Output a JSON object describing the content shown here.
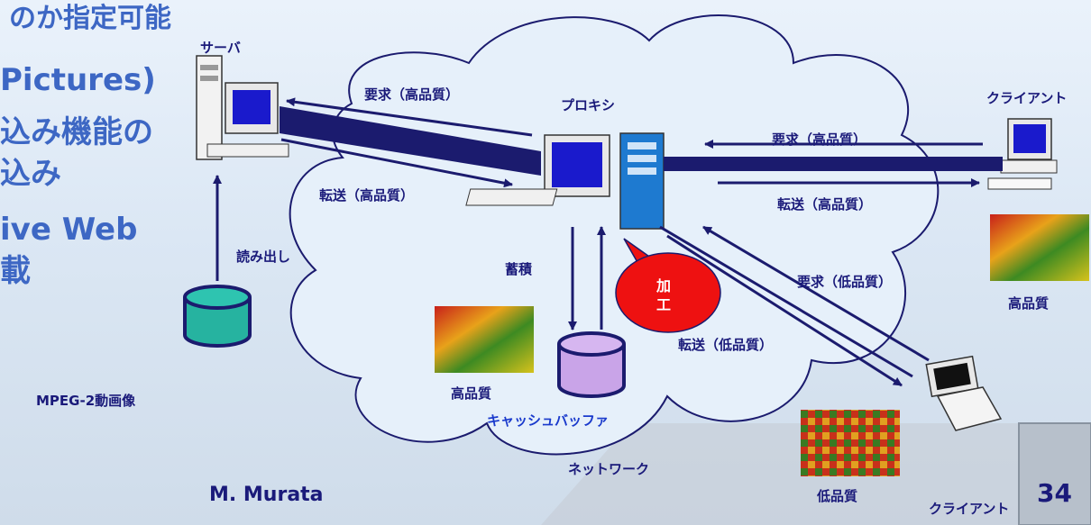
{
  "left_text": {
    "line1": "のか指定可能",
    "line2": "Pictures)",
    "line3": "込み機能の",
    "line4": "込み",
    "line5": "ive Web",
    "line6": "載"
  },
  "nodes": {
    "server": "サーバ",
    "proxy": "プロキシ",
    "client_top": "クライアント",
    "client_bottom": "クライアント",
    "network": "ネットワーク",
    "cache_buffer": "キャッシュバッファ",
    "process": "加工"
  },
  "arrows": {
    "req_hq_left": "要求（高品質）",
    "xfer_hq_left": "転送（高品質）",
    "req_hq_right": "要求（高品質）",
    "xfer_hq_right": "転送（高品質）",
    "req_lq": "要求（低品質）",
    "xfer_lq": "転送（低品質）",
    "read": "読み出し",
    "store": "蓄積"
  },
  "image_labels": {
    "hq_cache": "高品質",
    "hq_client": "高品質",
    "lq_client": "低品質"
  },
  "source_label": "MPEG-2動画像",
  "author": "M. Murata",
  "page_number": "34",
  "colors": {
    "arrow": "#1b1b6e",
    "cloud": "#e6f0fa",
    "db_server": "#26b3a0",
    "db_cache": "#c9a4e8",
    "process_bubble": "#ee1111",
    "title_text": "#3d67c4"
  }
}
